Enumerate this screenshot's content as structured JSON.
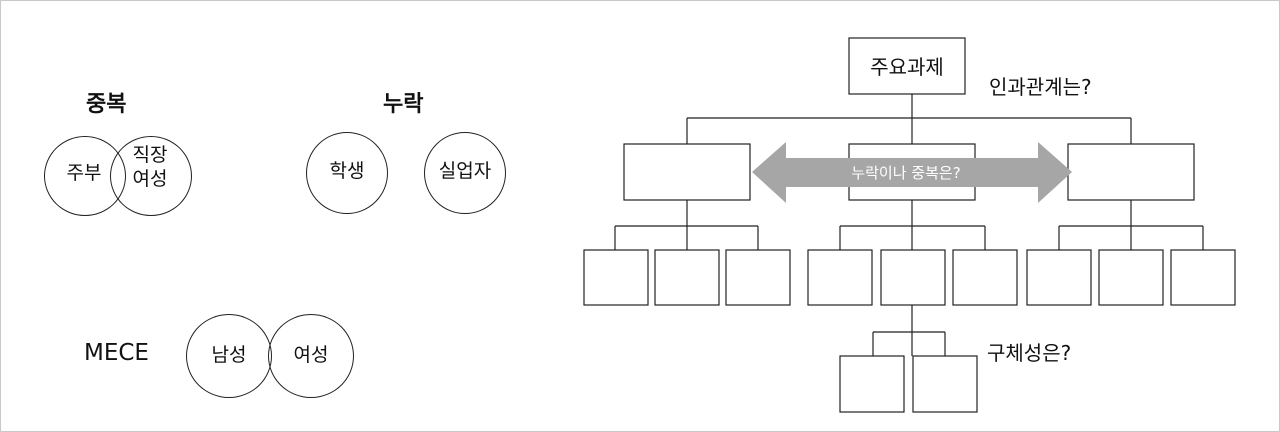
{
  "overlap_example": {
    "heading": "중복",
    "left_circle": "주부",
    "right_circle_line1": "직장",
    "right_circle_line2": "여성"
  },
  "omission_example": {
    "heading": "누락",
    "left_circle": "학생",
    "right_circle": "실업자"
  },
  "mece_example": {
    "heading": "MECE",
    "left_circle": "남성",
    "right_circle": "여성"
  },
  "tree": {
    "root_label": "주요과제",
    "causality_question": "인과관계는?",
    "arrow_label": "누락이나 중복은?",
    "specificity_question": "구체성은?"
  },
  "colors": {
    "arrow_fill": "#a6a6a6",
    "arrow_text": "#ffffff",
    "line": "#222222"
  }
}
